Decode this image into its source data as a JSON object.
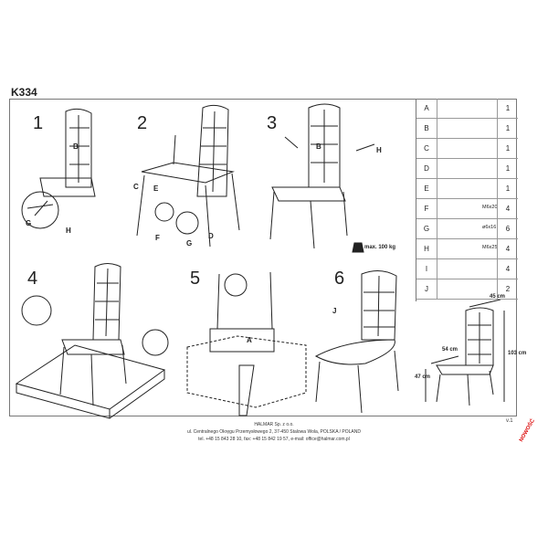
{
  "model": "K334",
  "steps": [
    "1",
    "2",
    "3",
    "4",
    "5",
    "6"
  ],
  "labels": {
    "s1_B": "B",
    "s1_G": "G",
    "s1_H": "H",
    "s2_C": "C",
    "s2_E": "E",
    "s2_F": "F",
    "s2_G": "G",
    "s2_D": "D",
    "s3_B": "B",
    "s3_H": "H",
    "s5_A": "A",
    "s6_J": "J"
  },
  "parts": [
    {
      "letter": "A",
      "qty": "1",
      "spec": "",
      "icon": "seat-icon"
    },
    {
      "letter": "B",
      "qty": "1",
      "spec": "",
      "icon": "backrest-icon"
    },
    {
      "letter": "C",
      "qty": "1",
      "spec": "",
      "icon": "front-leg-frame-icon"
    },
    {
      "letter": "D",
      "qty": "1",
      "spec": "",
      "icon": "rear-leg-frame-icon"
    },
    {
      "letter": "E",
      "qty": "1",
      "spec": "",
      "icon": "seat-frame-icon"
    },
    {
      "letter": "F",
      "qty": "4",
      "spec": "M6x20",
      "icon": "bolt-icon"
    },
    {
      "letter": "G",
      "qty": "6",
      "spec": "",
      "icon": "washer-icon"
    },
    {
      "letter": "H",
      "qty": "4",
      "spec": "M6x25",
      "icon": "screw-icon"
    },
    {
      "letter": "I",
      "qty": "4",
      "spec": "",
      "icon": "screw-icon"
    },
    {
      "letter": "J",
      "qty": "2",
      "spec": "",
      "icon": "glide-icon"
    }
  ],
  "washer_spec": "ø6x16",
  "max_load": "max. 100 kg",
  "dimensions": {
    "depth": "54 cm",
    "width": "45 cm",
    "height": "103 cm",
    "seat_height": "47 cm"
  },
  "version": "v.1",
  "badge": "NOWOŚĆ",
  "footer": {
    "line1": "HALMAR Sp. z o.o.",
    "line2": "ul. Centralnego Okręgu Przemysłowego 2, 37-450 Stalowa Wola, POLSKA / POLAND",
    "line3": "tel. +48 15 843 28 10, fax: +48 15 842 19 57, e-mail: office@halmar.com.pl"
  }
}
